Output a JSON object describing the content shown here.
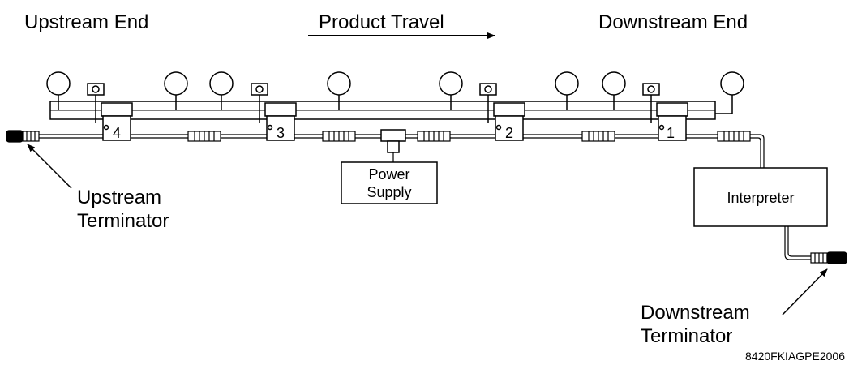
{
  "headings": {
    "upstream_end": "Upstream End",
    "product_travel": "Product Travel",
    "downstream_end": "Downstream End"
  },
  "labels": {
    "upstream_terminator": [
      "Upstream",
      "Terminator"
    ],
    "downstream_terminator": [
      "Downstream",
      "Terminator"
    ],
    "power_supply": [
      "Power",
      "Supply"
    ],
    "interpreter": "Interpreter"
  },
  "zones": [
    "4",
    "3",
    "2",
    "1"
  ],
  "figure_code": "8420FKIAGPE2006"
}
